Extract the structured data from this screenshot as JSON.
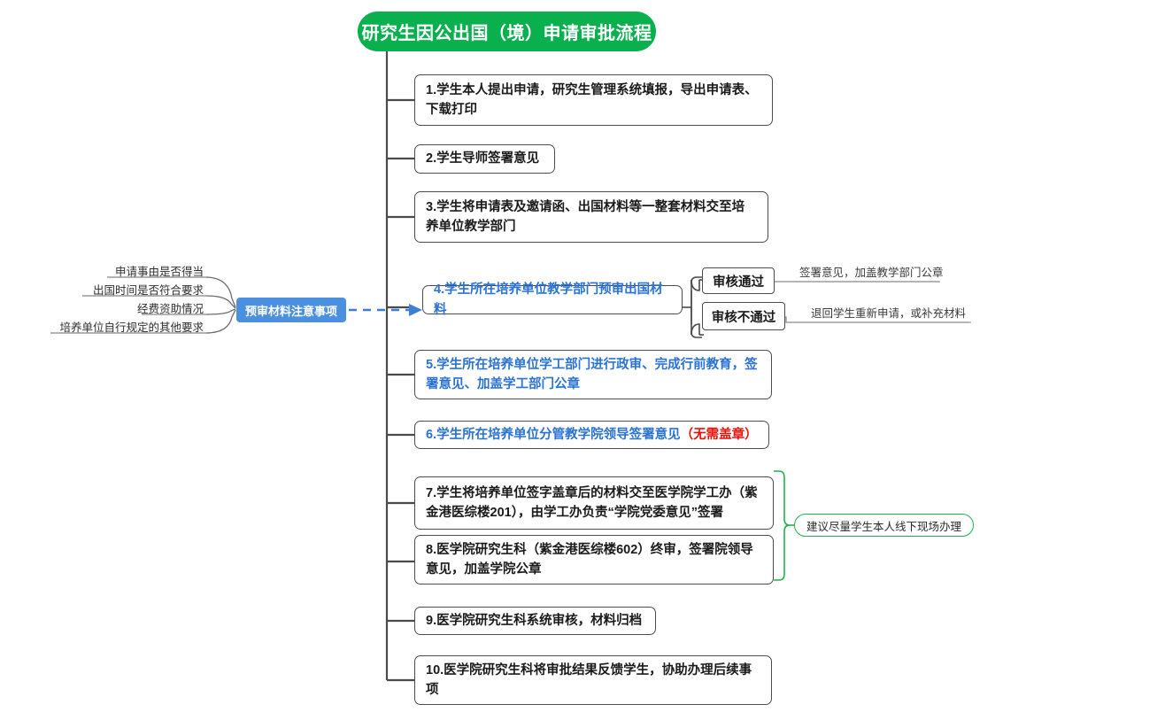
{
  "colors": {
    "root_green": "#0ab04e",
    "note_blue": "#4a8fe0",
    "step_blue_text": "#2a72d4",
    "red_text": "#e8120a",
    "green_bracket": "#21b24b",
    "line_gray": "#4b4b4b"
  },
  "root": {
    "title": "研究生因公出国（境）申请审批流程"
  },
  "steps": [
    {
      "id": 1,
      "text": "1.学生本人提出申请，研究生管理系统填报，导出申请表、下载打印"
    },
    {
      "id": 2,
      "text": "2.学生导师签署意见"
    },
    {
      "id": 3,
      "text": "3.学生将申请表及邀请函、出国材料等一整套材料交至培养单位教学部门"
    },
    {
      "id": 4,
      "text": "4.学生所在培养单位教学部门预审出国材料"
    },
    {
      "id": 5,
      "text": "5.学生所在培养单位学工部门进行政审、完成行前教育，签署意见、加盖学工部门公章"
    },
    {
      "id": 6,
      "text": "6.学生所在培养单位分管教学院领导签署意见",
      "suffix": "（无需盖章）"
    },
    {
      "id": 7,
      "text": "7.学生将培养单位签字盖章后的材料交至医学院学工办（紫金港医综楼201），由学工办负责“学院党委意见”签署"
    },
    {
      "id": 8,
      "text": "8.医学院研究生科（紫金港医综楼602）终审，签署院领导意见，加盖学院公章"
    },
    {
      "id": 9,
      "text": "9.医学院研究生科系统审核，材料归档"
    },
    {
      "id": 10,
      "text": "10.医学院研究生科将审批结果反馈学生，协助办理后续事项"
    }
  ],
  "step4_branches": [
    {
      "label": "审核通过",
      "outcome": "签署意见，加盖教学部门公章"
    },
    {
      "label": "审核不通过",
      "outcome": "退回学生重新申请，或补充材料"
    }
  ],
  "prereview_note": {
    "title": "预审材料注意事项",
    "items": [
      "申请事由是否得当",
      "出国时间是否符合要求",
      "经费资助情况",
      "培养单位自行规定的其他要求"
    ]
  },
  "side_annotation": {
    "text": "建议尽量学生本人线下现场办理"
  }
}
